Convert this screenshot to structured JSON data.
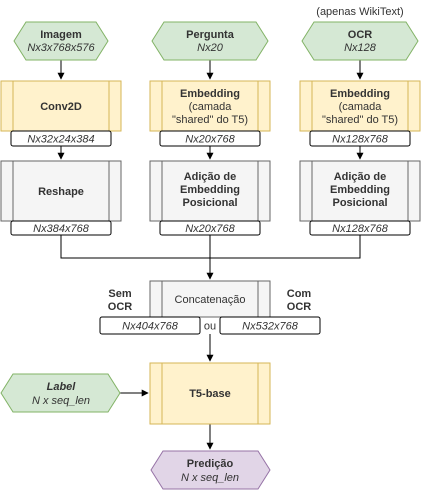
{
  "colors": {
    "green_fill": "#d5e8d4",
    "green_stroke": "#82b366",
    "yellow_fill": "#fff2cc",
    "yellow_stroke": "#d6b656",
    "gray_fill": "#f5f5f5",
    "gray_stroke": "#666666",
    "purple_fill": "#e1d5e7",
    "purple_stroke": "#9673a6"
  },
  "inputs": {
    "imagem": {
      "title": "Imagem",
      "shape": "Nx3x768x576"
    },
    "pergunta": {
      "title": "Pergunta",
      "shape": "Nx20"
    },
    "ocr": {
      "note": "(apenas WikiText)",
      "title": "OCR",
      "shape": "Nx128"
    }
  },
  "col_image": {
    "conv": {
      "label": "Conv2D",
      "out_shape": "Nx32x24x384"
    },
    "reshape": {
      "label": "Reshape",
      "out_shape": "Nx384x768"
    }
  },
  "col_question": {
    "embedding": {
      "title": "Embedding",
      "line2": "(camada",
      "line3": "\"shared\" do T5)",
      "out_shape": "Nx20x768"
    },
    "posenc": {
      "line1": "Adição de",
      "line2": "Embedding",
      "line3": "Posicional",
      "out_shape": "Nx20x768"
    }
  },
  "col_ocr": {
    "embedding": {
      "title": "Embedding",
      "line2": "(camada",
      "line3": "\"shared\" do T5)",
      "out_shape": "Nx128x768"
    },
    "posenc": {
      "line1": "Adição de",
      "line2": "Embedding",
      "line3": "Posicional",
      "out_shape": "Nx128x768"
    }
  },
  "concat": {
    "label": "Concatenação",
    "sem_ocr_line1": "Sem",
    "sem_ocr_line2": "OCR",
    "com_ocr_line1": "Com",
    "com_ocr_line2": "OCR",
    "shape_sem": "Nx404x768",
    "or": "ou",
    "shape_com": "Nx532x768"
  },
  "label_input": {
    "title": "Label",
    "shape": "N x seq_len"
  },
  "model": {
    "label": "T5-base"
  },
  "prediction": {
    "title": "Predição",
    "shape": "N x seq_len"
  }
}
